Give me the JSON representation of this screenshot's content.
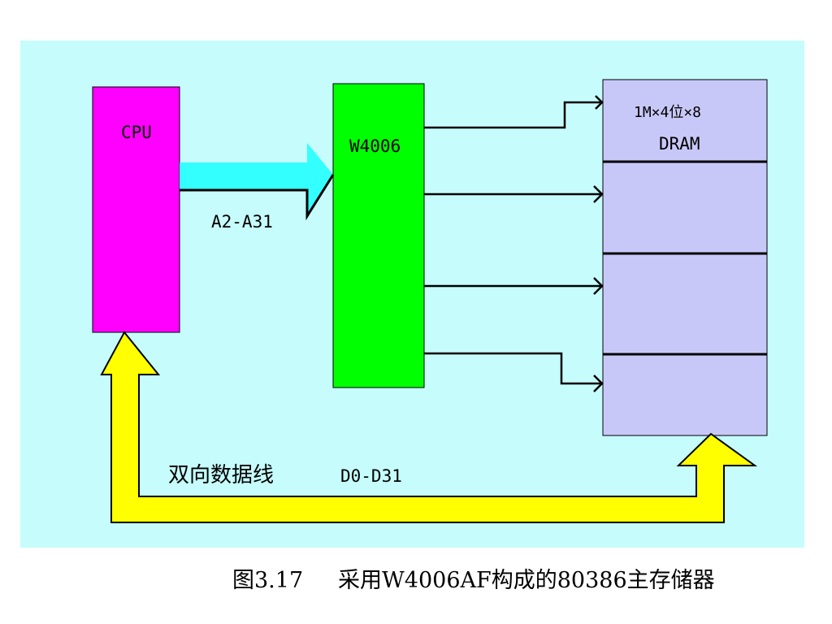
{
  "diagram": {
    "cpu": {
      "label": "CPU",
      "color": "#ff00ff"
    },
    "decoder": {
      "label": "W4006",
      "color": "#00ff00"
    },
    "dram": {
      "label_line1": "1M×4位×8",
      "label_line2": "DRAM",
      "color": "#c8c8f8"
    },
    "address_bus": {
      "label": "A2-A31",
      "color": "#33ffff"
    },
    "data_bus": {
      "label_cn": "双向数据线",
      "label": "D0-D31",
      "color": "#ffff00"
    },
    "background_color": "#c6fcfc"
  },
  "caption": {
    "figure_number": "图3.17",
    "text": "采用W4006AF构成的80386主存储器"
  }
}
